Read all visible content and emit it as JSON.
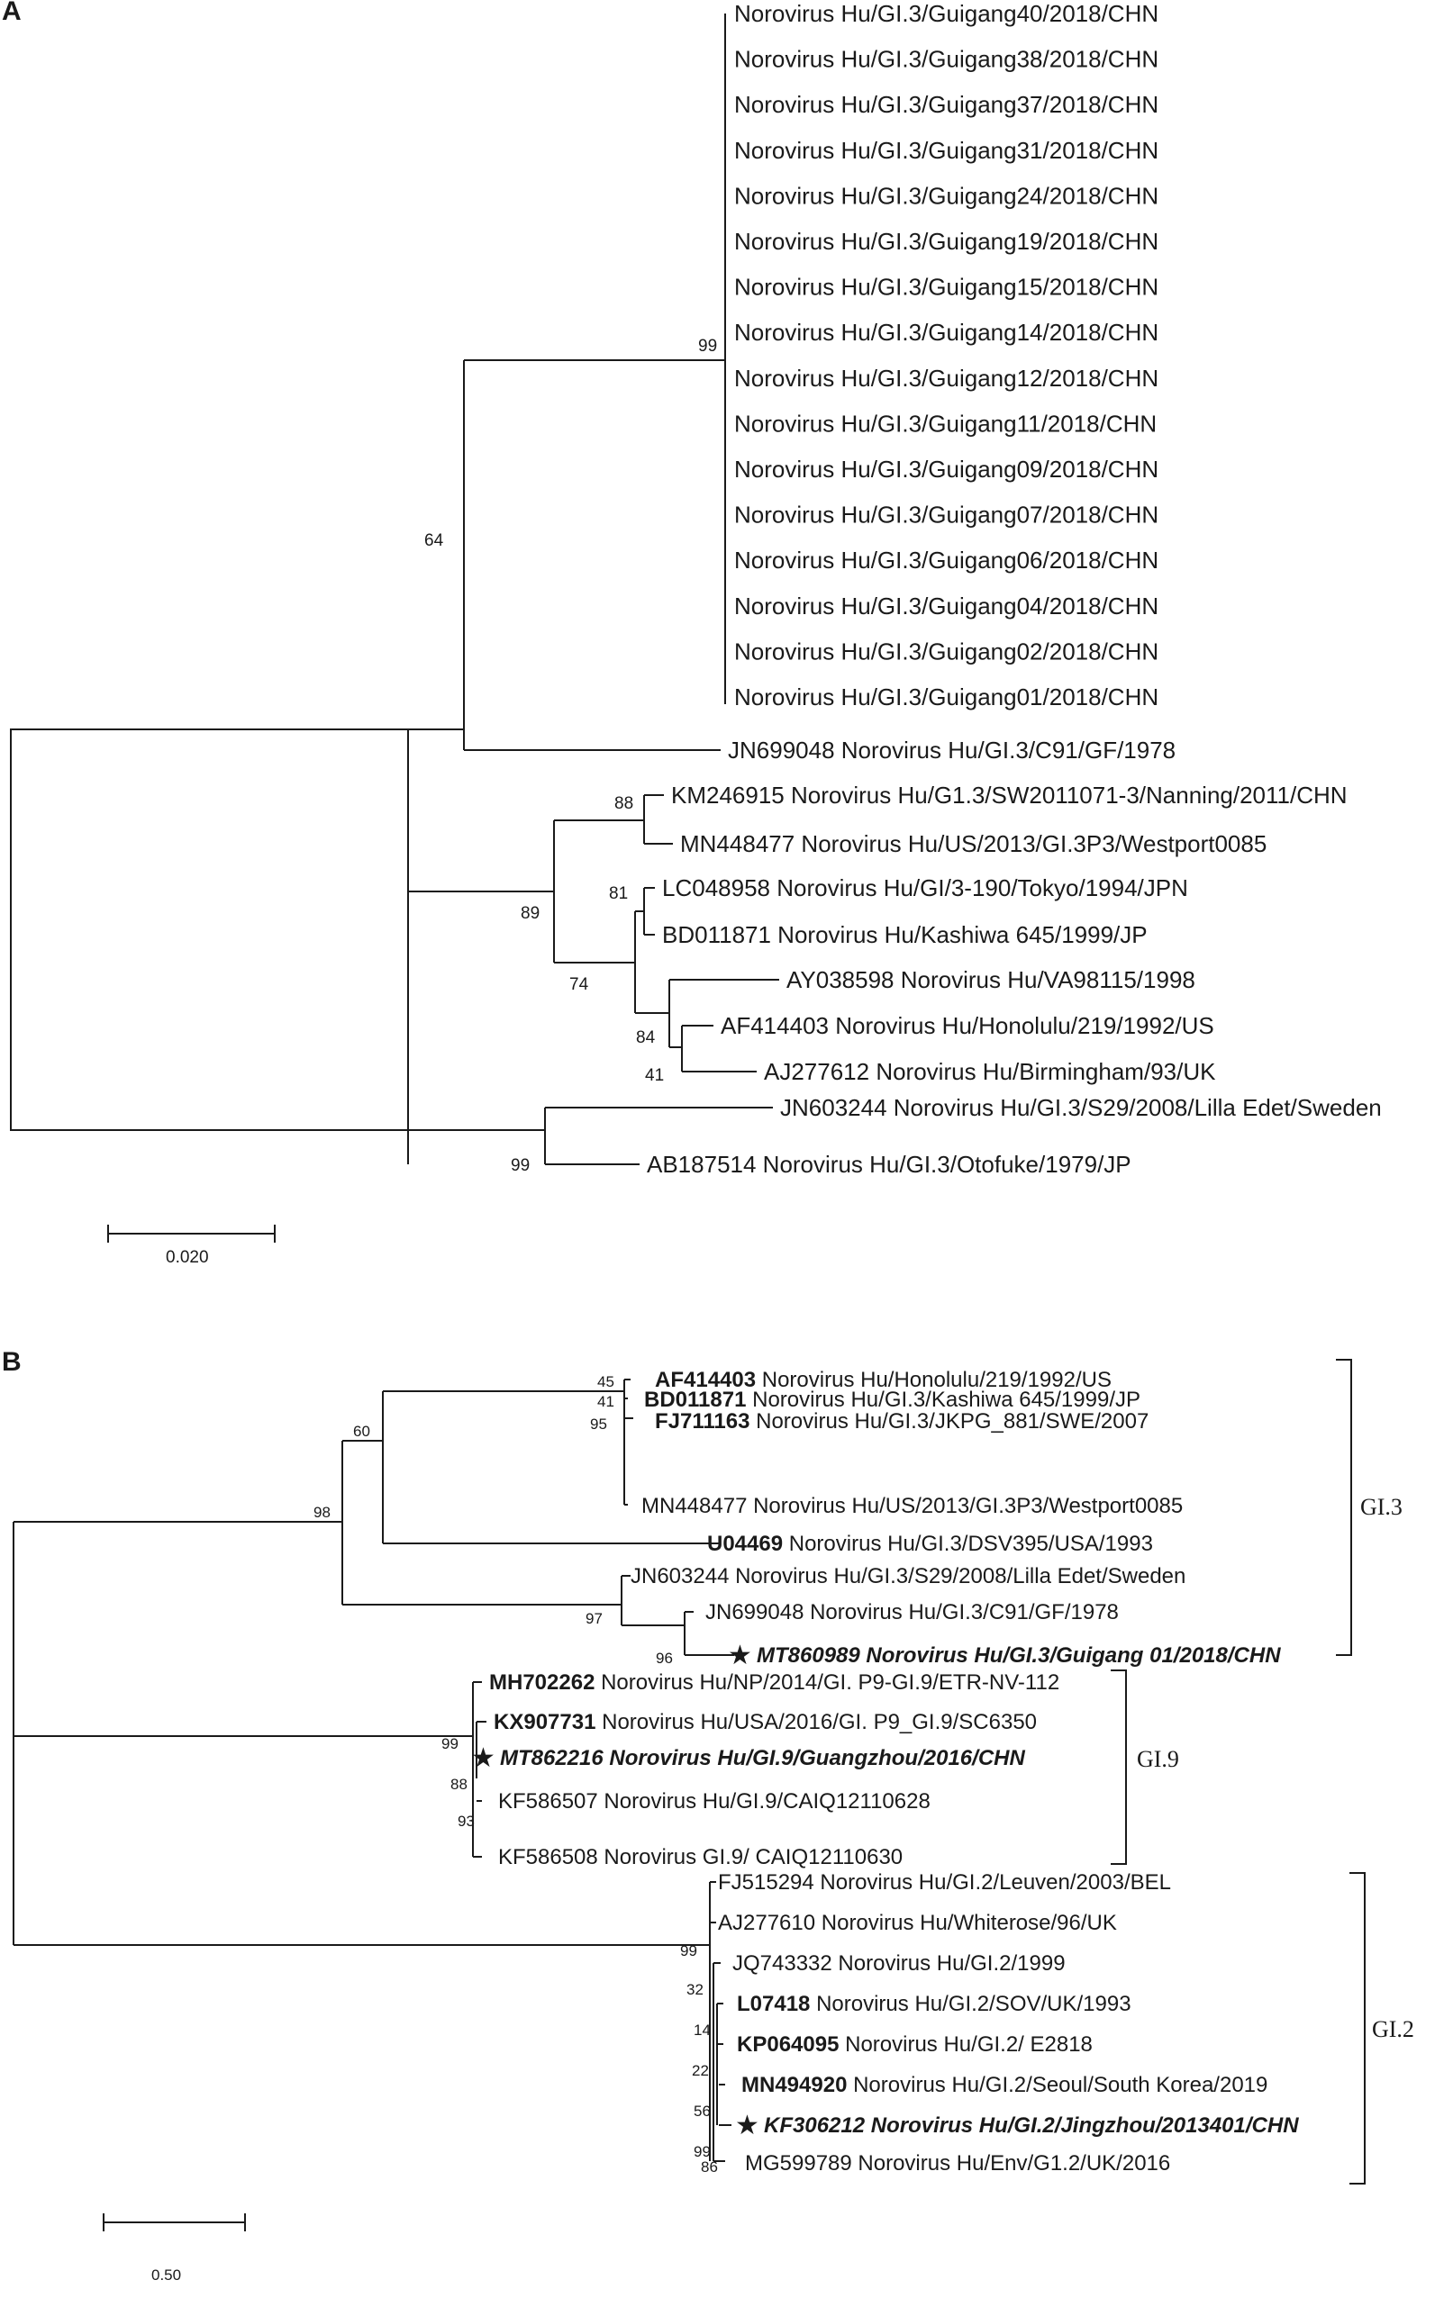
{
  "panelA": {
    "label": "A",
    "scale_bar_label": "0.020",
    "taxa": [
      "Norovirus Hu/GI.3/Guigang40/2018/CHN",
      "Norovirus Hu/GI.3/Guigang38/2018/CHN",
      "Norovirus Hu/GI.3/Guigang37/2018/CHN",
      "Norovirus Hu/GI.3/Guigang31/2018/CHN",
      "Norovirus Hu/GI.3/Guigang24/2018/CHN",
      "Norovirus Hu/GI.3/Guigang19/2018/CHN",
      "Norovirus Hu/GI.3/Guigang15/2018/CHN",
      "Norovirus Hu/GI.3/Guigang14/2018/CHN",
      "Norovirus Hu/GI.3/Guigang12/2018/CHN",
      "Norovirus Hu/GI.3/Guigang11/2018/CHN",
      "Norovirus Hu/GI.3/Guigang09/2018/CHN",
      "Norovirus Hu/GI.3/Guigang07/2018/CHN",
      "Norovirus Hu/GI.3/Guigang06/2018/CHN",
      "Norovirus Hu/GI.3/Guigang04/2018/CHN",
      "Norovirus Hu/GI.3/Guigang02/2018/CHN",
      "Norovirus Hu/GI.3/Guigang01/2018/CHN",
      "JN699048 Norovirus Hu/GI.3/C91/GF/1978",
      "KM246915 Norovirus Hu/G1.3/SW2011071-3/Nanning/2011/CHN",
      "MN448477 Norovirus Hu/US/2013/GI.3P3/Westport0085",
      "LC048958 Norovirus Hu/GI/3-190/Tokyo/1994/JPN",
      "BD011871 Norovirus Hu/Kashiwa 645/1999/JP",
      "AY038598 Norovirus Hu/VA98115/1998",
      "AF414403 Norovirus Hu/Honolulu/219/1992/US",
      "AJ277612  Norovirus Hu/Birmingham/93/UK",
      "JN603244 Norovirus Hu/GI.3/S29/2008/Lilla Edet/Sweden",
      "AB187514 Norovirus Hu/GI.3/Otofuke/1979/JP"
    ],
    "bootstrap": [
      "99",
      "64",
      "88",
      "89",
      "81",
      "74",
      "84",
      "41",
      "99"
    ]
  },
  "panelB": {
    "label": "B",
    "scale_bar_label": "0.50",
    "taxa": [
      {
        "accession": "AF414403",
        "name": "Norovirus Hu/Honolulu/219/1992/US"
      },
      {
        "accession": "BD011871",
        "name": "Norovirus Hu/GI.3/Kashiwa 645/1999/JP"
      },
      {
        "accession": "FJ711163",
        "name": "Norovirus Hu/GI.3/JKPG_881/SWE/2007"
      },
      {
        "accession": "",
        "name": "MN448477 Norovirus Hu/US/2013/GI.3P3/Westport0085"
      },
      {
        "accession": "U04469",
        "name": "Norovirus Hu/GI.3/DSV395/USA/1993"
      },
      {
        "accession": "",
        "name": "JN603244 Norovirus Hu/GI.3/S29/2008/Lilla Edet/Sweden"
      },
      {
        "accession": "",
        "name": "JN699048 Norovirus Hu/GI.3/C91/GF/1978"
      },
      {
        "accession": "",
        "name": "MT860989 Norovirus Hu/GI.3/Guigang 01/2018/CHN"
      },
      {
        "accession": "MH702262",
        "name": "Norovirus Hu/NP/2014/GI. P9-GI.9/ETR-NV-112"
      },
      {
        "accession": "KX907731",
        "name": "Norovirus Hu/USA/2016/GI. P9_GI.9/SC6350"
      },
      {
        "accession": "",
        "name": "MT862216 Norovirus Hu/GI.9/Guangzhou/2016/CHN"
      },
      {
        "accession": "",
        "name": "KF586507 Norovirus Hu/GI.9/CAIQ12110628"
      },
      {
        "accession": "",
        "name": "KF586508 Norovirus GI.9/ CAIQ12110630"
      },
      {
        "accession": "",
        "name": "FJ515294 Norovirus Hu/GI.2/Leuven/2003/BEL"
      },
      {
        "accession": "",
        "name": "AJ277610 Norovirus Hu/Whiterose/96/UK"
      },
      {
        "accession": "",
        "name": "JQ743332 Norovirus Hu/GI.2/1999"
      },
      {
        "accession": "L07418",
        "name": "Norovirus Hu/GI.2/SOV/UK/1993"
      },
      {
        "accession": "KP064095",
        "name": "Norovirus Hu/GI.2/ E2818"
      },
      {
        "accession": "MN494920",
        "name": "Norovirus Hu/GI.2/Seoul/South Korea/2019"
      },
      {
        "accession": "",
        "name": "KF306212 Norovirus Hu/GI.2/Jingzhou/2013401/CHN"
      },
      {
        "accession": "",
        "name": "MG599789 Norovirus Hu/Env/G1.2/UK/2016"
      }
    ],
    "bootstrap": [
      "45",
      "41",
      "95",
      "60",
      "98",
      "97",
      "96",
      "99",
      "88",
      "93",
      "99",
      "32",
      "14",
      "22",
      "56",
      "99",
      "86"
    ],
    "groups": [
      "GI.3",
      "GI.9",
      "GI.2"
    ],
    "star_glyph": "★"
  }
}
